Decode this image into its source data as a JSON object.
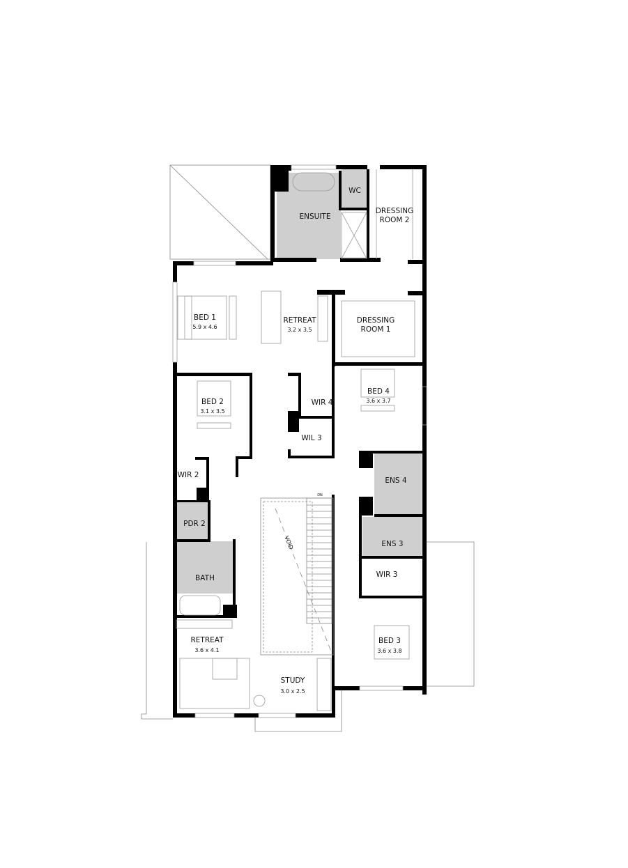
{
  "plan": {
    "colors": {
      "wall": "#000000",
      "wet_area": "#cfcfcf",
      "outline": "#888888"
    },
    "stair_direction": "DN",
    "void_label": "VOID",
    "rooms": [
      {
        "id": "ensuite",
        "name": "ENSUITE"
      },
      {
        "id": "wc",
        "name": "WC"
      },
      {
        "id": "dressing2",
        "name": "DRESSING",
        "name2": "ROOM 2"
      },
      {
        "id": "bed1",
        "name": "BED 1",
        "size": "5.9 x 4.6"
      },
      {
        "id": "retreat1",
        "name": "RETREAT",
        "size": "3.2 x 3.5"
      },
      {
        "id": "dressing1",
        "name": "DRESSING",
        "name2": "ROOM 1"
      },
      {
        "id": "bed2",
        "name": "BED 2",
        "size": "3.1 x 3.5"
      },
      {
        "id": "wir4",
        "name": "WIR 4"
      },
      {
        "id": "bed4",
        "name": "BED 4",
        "size": "3.6 x 3.7"
      },
      {
        "id": "wil3",
        "name": "WIL 3"
      },
      {
        "id": "wir2",
        "name": "WIR 2"
      },
      {
        "id": "ens4",
        "name": "ENS 4"
      },
      {
        "id": "pdr2",
        "name": "PDR 2"
      },
      {
        "id": "ens3",
        "name": "ENS 3"
      },
      {
        "id": "bath",
        "name": "BATH"
      },
      {
        "id": "wir3",
        "name": "WIR 3"
      },
      {
        "id": "bed3",
        "name": "BED 3",
        "size": "3.6 x 3.8"
      },
      {
        "id": "retreat2",
        "name": "RETREAT",
        "size": "3.6 x 4.1"
      },
      {
        "id": "study",
        "name": "STUDY",
        "size": "3.0 x 2.5"
      }
    ]
  }
}
